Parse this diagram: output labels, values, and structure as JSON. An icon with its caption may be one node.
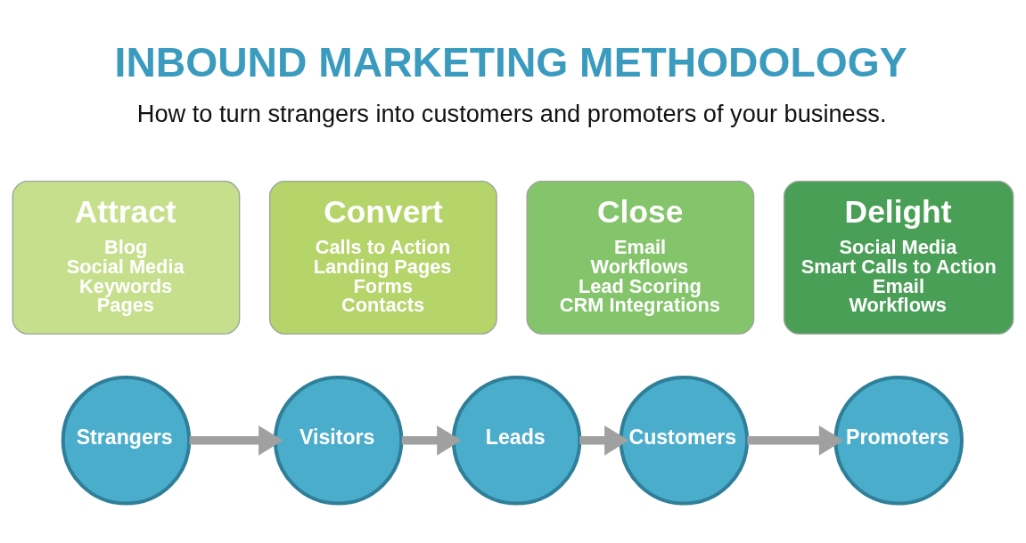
{
  "diagram": {
    "title": "INBOUND MARKETING METHODOLOGY",
    "nodes": [
      {
        "text": [
          "Attract",
          "Blog",
          "Social Media",
          "Keywords",
          "Pages"
        ]
      },
      {
        "text": [
          "Convert",
          "Calls to Action",
          "Landing Pages",
          "Forms",
          "Contacts"
        ]
      },
      {
        "text": [
          "Close",
          "Email",
          "Workflows",
          "Lead Scoring",
          "CRM Integrations"
        ]
      },
      {
        "text": [
          "Delight",
          "Social Media",
          "Smart Calls to Action",
          "Email",
          "Workflows"
        ]
      },
      {
        "text": [
          "Strangers"
        ]
      },
      {
        "text": [
          "Visitors"
        ]
      },
      {
        "text": [
          "Leads"
        ]
      },
      {
        "text": [
          "Customers"
        ]
      },
      {
        "text": [
          "Promoters"
        ]
      }
    ],
    "edges": [
      {
        "from": 4,
        "to": 5,
        "arrow": "to"
      },
      {
        "from": 5,
        "to": 6,
        "arrow": "to"
      },
      {
        "from": 6,
        "to": 7,
        "arrow": "to"
      },
      {
        "from": 7,
        "to": 8,
        "arrow": "to"
      }
    ],
    "labels": [
      "How to turn strangers into customers and promoters of your business."
    ]
  }
}
